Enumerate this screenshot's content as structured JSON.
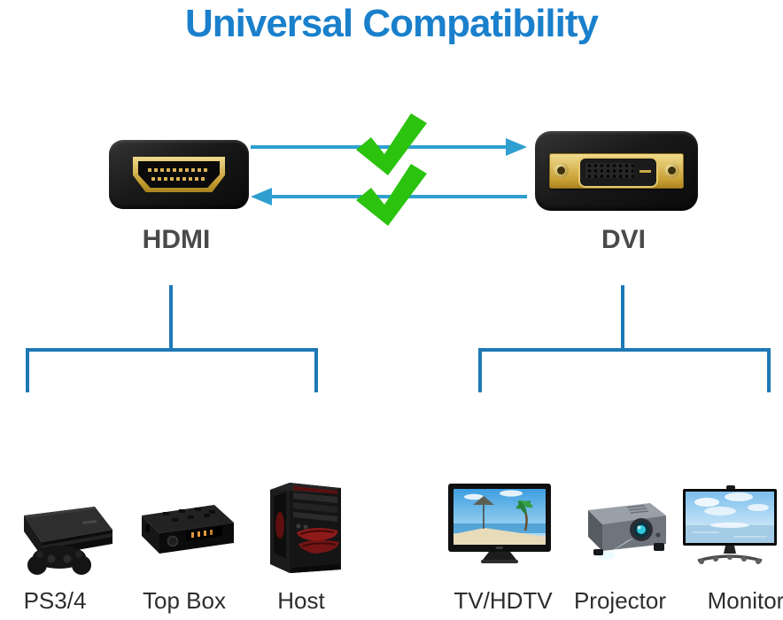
{
  "title": {
    "text": "Universal Compatibility"
  },
  "colors": {
    "title_blue": "#1a80cc",
    "arrow_blue": "#2f9fd0",
    "check_green": "#2bc30e",
    "bracket_blue": "#1d79b5",
    "conn_label_gray": "#4a4a4a",
    "device_label_dark": "#2d2d2d",
    "connector_gold": "#d4aa4e"
  },
  "connectors": {
    "hdmi": {
      "label": "HDMI",
      "icon": "hdmi-connector"
    },
    "dvi": {
      "label": "DVI",
      "icon": "dvi-connector"
    }
  },
  "compatibility": {
    "icons": [
      "arrow-right-icon",
      "checkmark-icon",
      "arrow-left-icon",
      "checkmark-icon"
    ]
  },
  "devices": {
    "hdmi_side": [
      {
        "label": "PS3/4",
        "icon": "game-console"
      },
      {
        "label": "Top Box",
        "icon": "set-top-box"
      },
      {
        "label": "Host",
        "icon": "pc-tower"
      }
    ],
    "dvi_side": [
      {
        "label": "TV/HDTV",
        "icon": "tv"
      },
      {
        "label": "Projector",
        "icon": "projector"
      },
      {
        "label": "Monitor",
        "icon": "monitor"
      }
    ]
  }
}
